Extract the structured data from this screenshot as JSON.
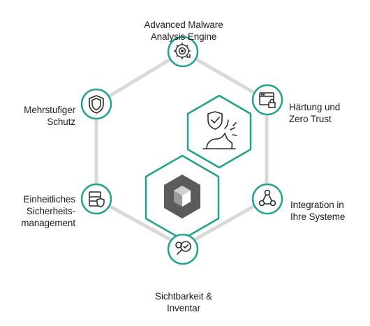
{
  "colors": {
    "accent": "#1fa28b",
    "ring": "#d9d9d9",
    "icon": "#2b2b2b",
    "center_icon": "#5b5b5b",
    "text": "#1d1d1b"
  },
  "nodes": [
    {
      "key": "malware",
      "icon": "malware-engine-icon",
      "lines": [
        "Advanced Malware",
        "Analysis Engine"
      ]
    },
    {
      "key": "hardening",
      "icon": "browser-lock-icon",
      "lines": [
        "Härtung und",
        "Zero Trust"
      ]
    },
    {
      "key": "integration",
      "icon": "webhook-integration-icon",
      "lines": [
        "Integration in",
        "Ihre Systeme"
      ]
    },
    {
      "key": "visibility",
      "icon": "search-check-icon",
      "lines": [
        "Sichtbarkeit &",
        "Inventar"
      ]
    },
    {
      "key": "management",
      "icon": "database-shield-icon",
      "lines": [
        "Einheitliches",
        "Sicherheits-",
        "management"
      ]
    },
    {
      "key": "protection",
      "icon": "shield-icon",
      "lines": [
        "Mehrstufiger",
        "Schutz"
      ]
    }
  ],
  "center": {
    "top_icon": "shield-broken-icon",
    "main_icon": "cube-logo-icon"
  }
}
